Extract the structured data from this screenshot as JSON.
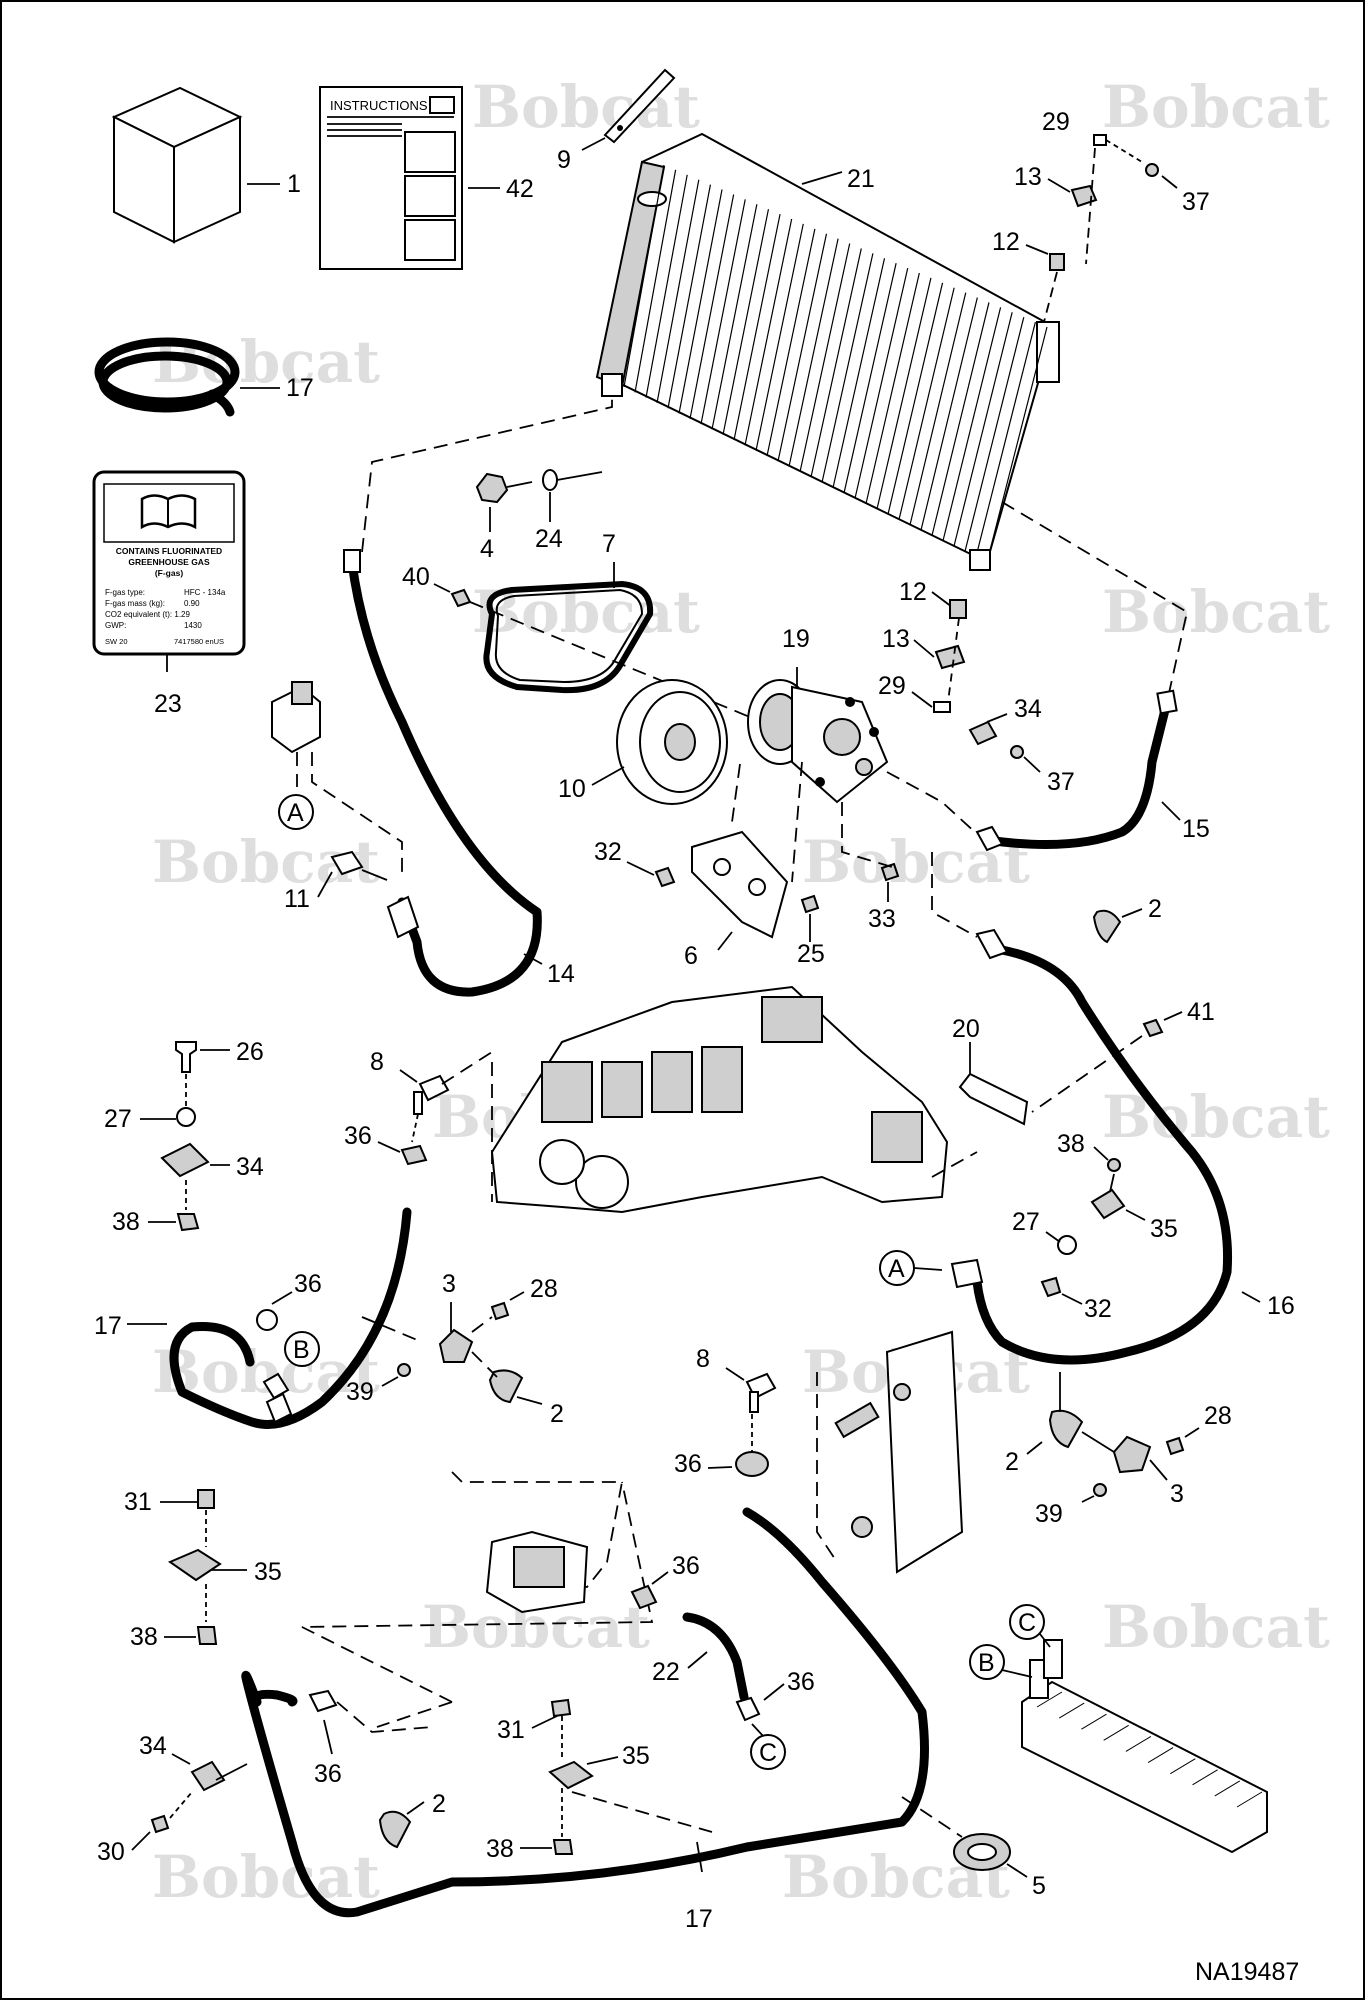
{
  "watermark": {
    "brand": "Bobcat",
    "color": "#dedede"
  },
  "drawing_number": "NA19487",
  "instructions_sheet": {
    "title": "INSTRUCTIONS"
  },
  "warning_label": {
    "heading_lines": [
      "CONTAINS FLUORINATED",
      "GREENHOUSE GAS",
      "(F-gas)"
    ],
    "rows": [
      {
        "key": "F-gas type:",
        "value": "HFC - 134a"
      },
      {
        "key": "F-gas mass (kg):",
        "value": "0.90"
      },
      {
        "key": "CO2 equivalent (t): 1.29",
        "value": ""
      },
      {
        "key": "GWP:",
        "value": "1430"
      }
    ],
    "footer_left": "SW 20",
    "footer_right": "7417580 enUS"
  },
  "callouts": {
    "c1": "1",
    "c42": "42",
    "c17a": "17",
    "c23": "23",
    "c9": "9",
    "c21": "21",
    "c29a": "29",
    "c13a": "13",
    "c37a": "37",
    "c12a": "12",
    "c4": "4",
    "c24": "24",
    "c7": "7",
    "c40": "40",
    "c12b": "12",
    "c13b": "13",
    "c29b": "29",
    "c34a": "34",
    "c37b": "37",
    "c19": "19",
    "c10": "10",
    "c15": "15",
    "c11": "11",
    "c32a": "32",
    "c33": "33",
    "c14": "14",
    "c6": "6",
    "c25": "25",
    "c2a": "2",
    "c41": "41",
    "c26": "26",
    "c8a": "8",
    "c27a": "27",
    "c36a": "36",
    "c34b": "34",
    "c20": "20",
    "c38a": "38",
    "c38b": "38",
    "c27b": "27",
    "c35a": "35",
    "c36b": "36",
    "c3a": "3",
    "c28a": "28",
    "c17b": "17",
    "c39a": "39",
    "c2b": "2",
    "c32b": "32",
    "c16": "16",
    "c8b": "8",
    "c36c": "36",
    "c28b": "28",
    "c2c": "2",
    "c3b": "3",
    "c39b": "39",
    "c31a": "31",
    "c35b": "35",
    "c36d": "36",
    "c38c": "38",
    "c22": "22",
    "c36e": "36",
    "c34c": "34",
    "c36f": "36",
    "c31b": "31",
    "c35c": "35",
    "c2d": "2",
    "c30": "30",
    "c38d": "38",
    "c5": "5",
    "c17c": "17"
  },
  "connectors": {
    "a1": "A",
    "a2": "A",
    "b1": "B",
    "b2": "B",
    "c1": "C",
    "c2": "C"
  }
}
